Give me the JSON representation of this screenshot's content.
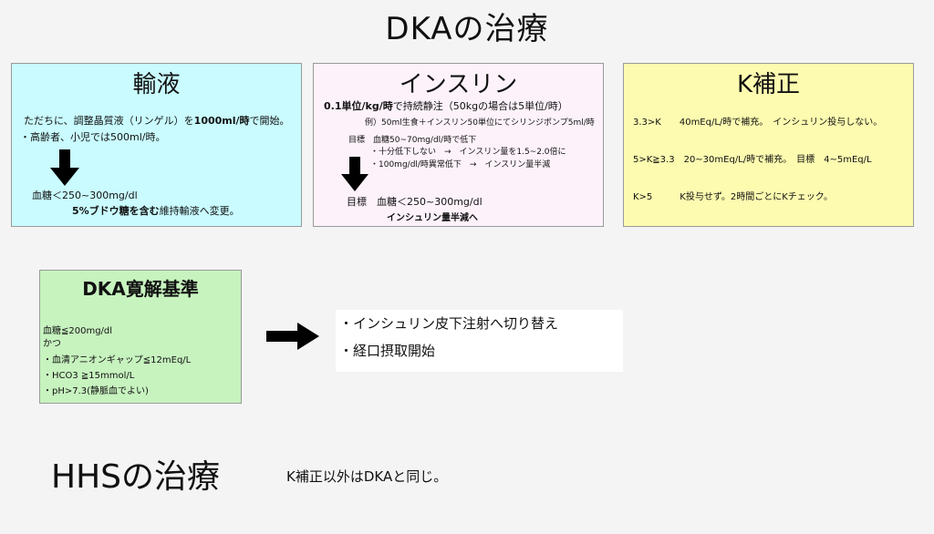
{
  "page_title": "DKAの治療",
  "fluids": {
    "title": "輸液",
    "line1_pre": "ただちに、調整晶質液（リンゲル）を",
    "line1_bold": "1000ml/時",
    "line1_post": "で開始。",
    "line2": "・高齢者、小児では500ml/時。",
    "target": "血糖＜250~300mg/dl",
    "change_bold": "5%ブドウ糖を含む",
    "change_post": "維持輸液へ変更。",
    "color": "#c9fbff"
  },
  "insulin": {
    "title": "インスリン",
    "rate_bold": "0.1単位/kg/時",
    "rate_post": "で持続静注（50kgの場合は5単位/時）",
    "example": "例）50ml生食＋インスリン50単位にてシリンジポンプ5ml/時",
    "goal": "目標　血糖50~70mg/dl/時で低下",
    "rule1": "・十分低下しない　→　インスリン量を1.5~2.0倍に",
    "rule2": "・100mg/dl/時異常低下　→　インスリン量半減",
    "target": "目標　血糖＜250~300mg/dl",
    "halve": "インシュリン量半減へ",
    "color": "#fdf2fa"
  },
  "potassium": {
    "title": "K補正",
    "row1": "3.3>K　　40mEq/L/時で補充。　インシュリン投与しない。",
    "row2": "5>K≧3.3　20~30mEq/L/時で補充。　目標　4~5mEq/L",
    "row3": "K>5　　　K投与せず。2時間ごとにKチェック。",
    "color": "#fdfbb0"
  },
  "resolution": {
    "title": "DKA寛解基準",
    "items": [
      "血糖≦200mg/dl",
      "かつ",
      "・血清アニオンギャップ≦12mEq/L",
      "・HCO3 ≧15mmol/L",
      "・pH>7.3(静脈血でよい)"
    ],
    "color": "#c7f3bf"
  },
  "next_steps": [
    "・インシュリン皮下注射へ切り替え",
    "・経口摂取開始"
  ],
  "hhs": {
    "title": "HHSの治療",
    "note": "K補正以外はDKAと同じ。"
  }
}
